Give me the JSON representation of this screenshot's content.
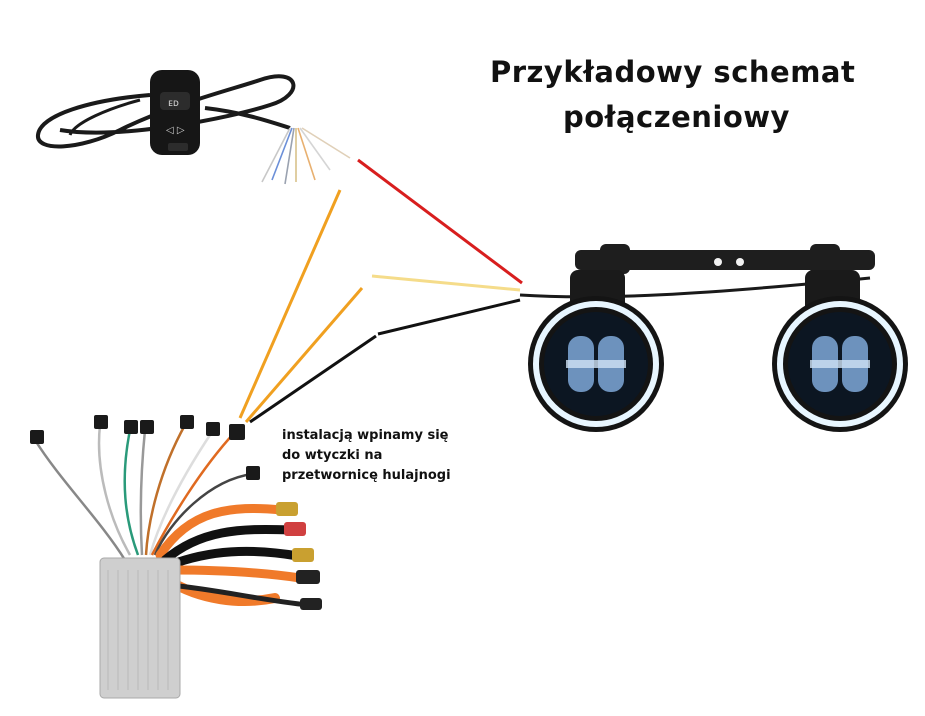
{
  "title": {
    "line1": "Przykładowy schemat",
    "line2": "połączeniowy"
  },
  "caption": {
    "line1": "instalacją wpinamy się",
    "line2": "do wtyczki na",
    "line3": "przetwornicę hulajnogi"
  },
  "colors": {
    "red_wire": "#d81e1e",
    "orange_wire": "#f0a020",
    "yellow_wire": "#f5dc8a",
    "black_wire": "#111111",
    "led_ring": "#e8f6ff",
    "sleeve": "#f07a2a"
  }
}
